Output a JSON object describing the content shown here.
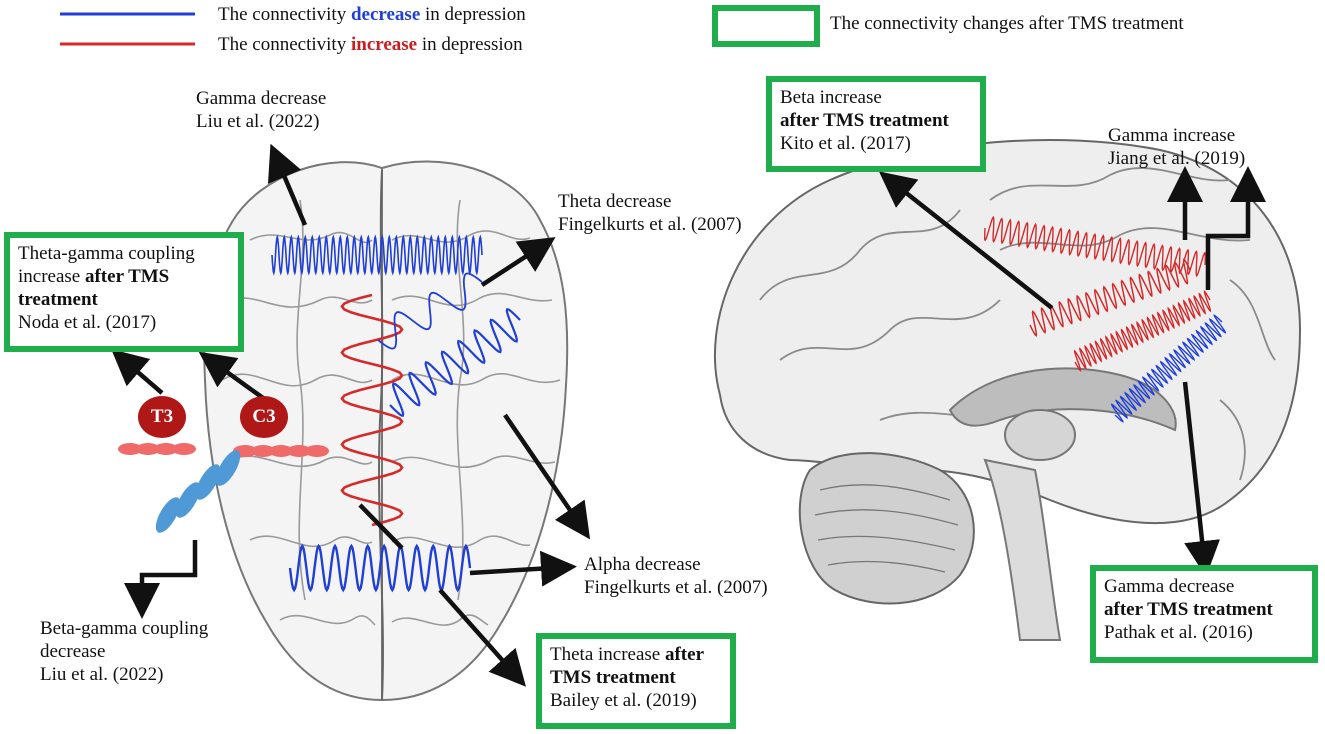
{
  "legend": {
    "blue_prefix": "The connectivity ",
    "blue_word": "decrease",
    "blue_suffix": " in depression",
    "red_prefix": "The connectivity ",
    "red_word": "increase",
    "red_suffix": " in depression",
    "box_text": "The connectivity changes after TMS treatment",
    "colors": {
      "blue": "#1f3fd6",
      "red": "#d42a2a",
      "green": "#1fae4b"
    }
  },
  "electrodes": {
    "t3": "T3",
    "c3": "C3"
  },
  "labels": {
    "gamma_dec_1": "Gamma decrease",
    "gamma_dec_1_ref": "Liu et al. (2022)",
    "theta_dec": "Theta decrease",
    "theta_dec_ref": "Fingelkurts et al. (2007)",
    "alpha_dec": "Alpha decrease",
    "alpha_dec_ref": "Fingelkurts et al. (2007)",
    "beta_gamma_1": "Beta-gamma coupling",
    "beta_gamma_2": "decrease",
    "beta_gamma_ref": "Liu et al. (2022)",
    "gamma_inc": "Gamma increase",
    "gamma_inc_ref": "Jiang et al. (2019)"
  },
  "boxes": {
    "theta_gamma": {
      "line1": "Theta-gamma coupling",
      "line2a": "increase ",
      "line2b": "after TMS",
      "line3": "treatment",
      "ref": "Noda et al. (2017)"
    },
    "theta_inc": {
      "line1a": "Theta increase ",
      "line1b": "after",
      "line2": "TMS treatment",
      "ref": "Bailey et al. (2019)"
    },
    "beta_inc": {
      "line1": "Beta increase",
      "line2": "after TMS treatment",
      "ref": "Kito et al. (2017)"
    },
    "gamma_dec_2": {
      "line1": "Gamma decrease",
      "line2": "after TMS treatment",
      "ref": "Pathak et al. (2016)"
    }
  }
}
